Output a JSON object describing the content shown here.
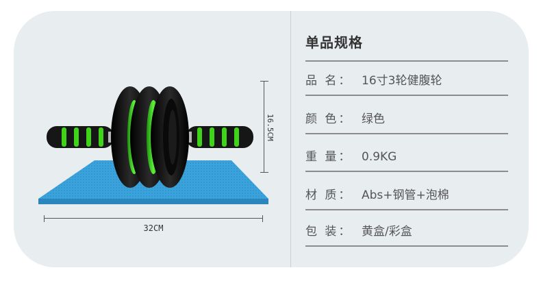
{
  "dimensions": {
    "height_label": "16.5CM",
    "width_label": "32CM"
  },
  "specs": {
    "title": "单品规格",
    "rows": [
      {
        "key": "品 名：",
        "value": "16寸3轮健腹轮"
      },
      {
        "key": "颜 色：",
        "value": "绿色"
      },
      {
        "key": "重 量：",
        "value": "0.9KG"
      },
      {
        "key": "材 质：",
        "value": "Abs+钢管+泡棉"
      },
      {
        "key": "包 装：",
        "value": "黄盒/彩盒"
      }
    ]
  },
  "colors": {
    "card_background": "#e8edf0",
    "wheel": "#111111",
    "accent_green": "#3fd41a",
    "mat_blue": "#3aa3dc",
    "text": "#555555"
  }
}
